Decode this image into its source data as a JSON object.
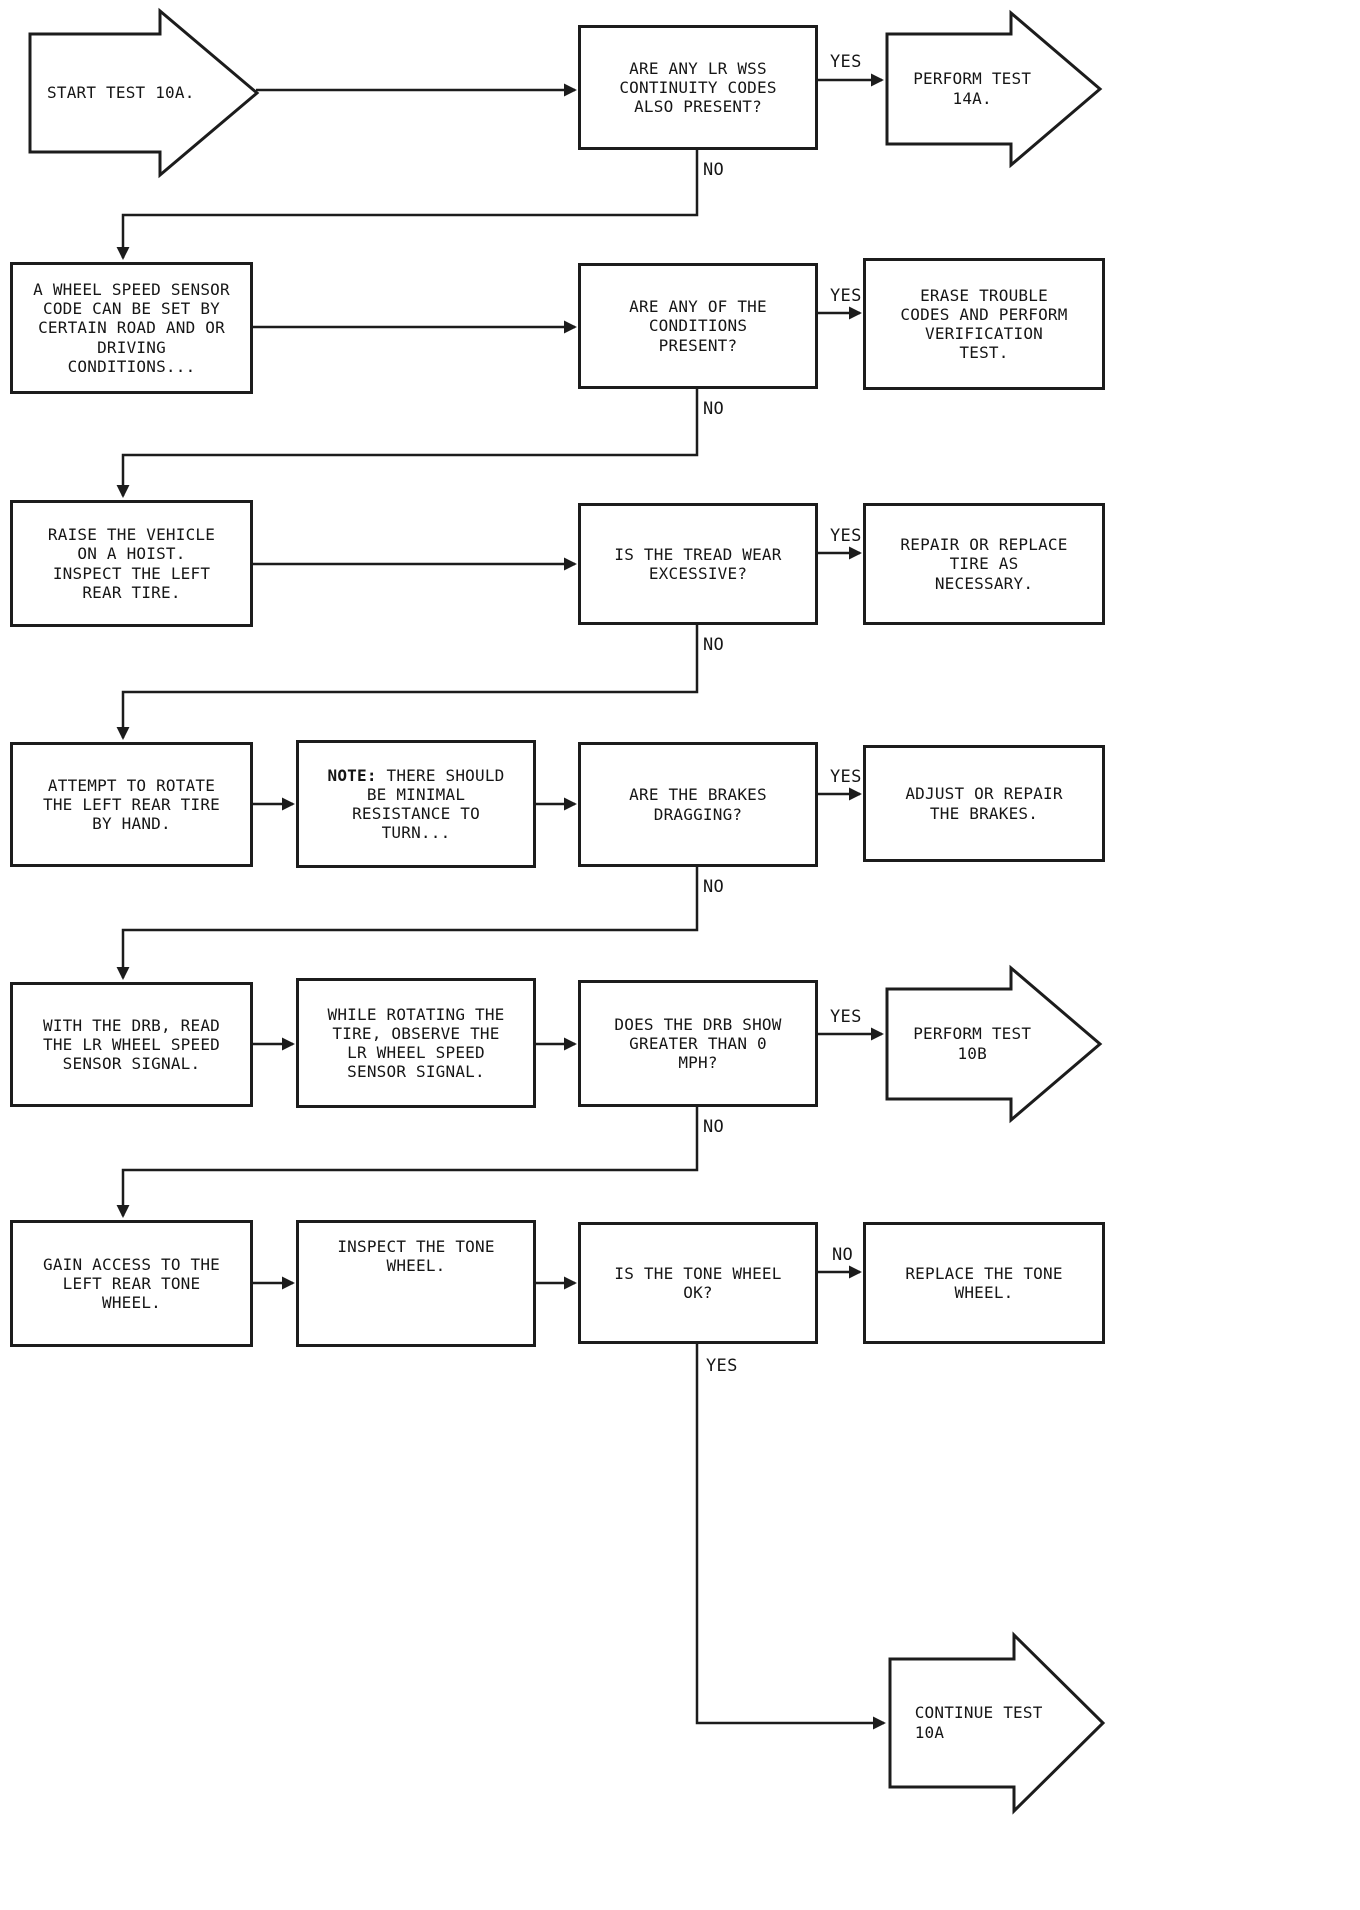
{
  "labels": {
    "yes": "YES",
    "no": "NO"
  },
  "nodes": {
    "start": {
      "label": "START TEST 10A."
    },
    "q_continuity": {
      "label": "ARE ANY LR WSS\nCONTINUITY CODES\nALSO PRESENT?"
    },
    "perform_14a": {
      "label": "PERFORM TEST\n14A."
    },
    "info_conditions": {
      "label": "A WHEEL SPEED SENSOR\nCODE CAN BE SET BY\nCERTAIN ROAD AND OR\nDRIVING\nCONDITIONS..."
    },
    "q_conditions": {
      "label": "ARE ANY OF THE\nCONDITIONS\nPRESENT?"
    },
    "erase_codes": {
      "label": "ERASE TROUBLE\nCODES AND PERFORM\nVERIFICATION\nTEST."
    },
    "raise_vehicle": {
      "label": "RAISE THE VEHICLE\nON A HOIST.\nINSPECT THE LEFT\nREAR TIRE."
    },
    "q_tread": {
      "label": "IS THE TREAD WEAR\nEXCESSIVE?"
    },
    "repair_tire": {
      "label": "REPAIR OR REPLACE\nTIRE AS\nNECESSARY."
    },
    "rotate_tire": {
      "label": "ATTEMPT TO ROTATE\nTHE LEFT REAR TIRE\nBY HAND."
    },
    "note_resistance": {
      "prefix": "NOTE:",
      "label": " THERE SHOULD\nBE MINIMAL\nRESISTANCE TO\nTURN..."
    },
    "q_brakes": {
      "label": "ARE THE BRAKES\nDRAGGING?"
    },
    "adjust_brakes": {
      "label": "ADJUST OR REPAIR\nTHE BRAKES."
    },
    "read_drb": {
      "label": "WITH THE DRB, READ\nTHE LR WHEEL SPEED\nSENSOR SIGNAL."
    },
    "observe_signal": {
      "label": "WHILE ROTATING THE\nTIRE, OBSERVE THE\nLR WHEEL SPEED\nSENSOR SIGNAL."
    },
    "q_drb_mph": {
      "label": "DOES THE DRB SHOW\nGREATER THAN 0\nMPH?"
    },
    "perform_10b": {
      "label": "PERFORM TEST\n10B"
    },
    "gain_access": {
      "label": "GAIN ACCESS TO THE\nLEFT REAR TONE\nWHEEL."
    },
    "inspect_tone": {
      "label": "INSPECT THE TONE\nWHEEL."
    },
    "q_tone_ok": {
      "label": "IS THE TONE WHEEL\nOK?"
    },
    "replace_tone": {
      "label": "REPLACE THE TONE\nWHEEL."
    },
    "continue_10a": {
      "label": "CONTINUE TEST\n10A"
    }
  }
}
